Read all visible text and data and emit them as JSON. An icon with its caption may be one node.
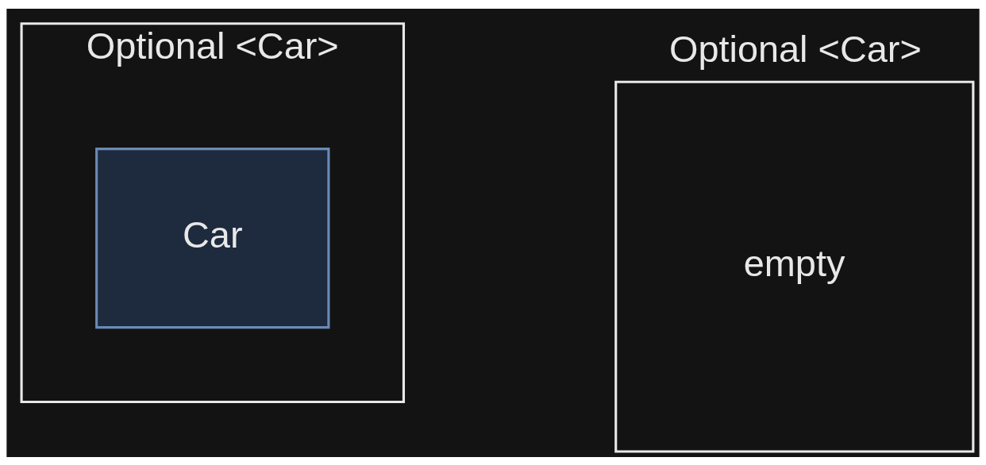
{
  "diagram": {
    "nodes": [
      {
        "text": [
          "Optional <Car>"
        ]
      },
      {
        "text": [
          "Car"
        ],
        "in": 0
      },
      {
        "text": [
          "Optional <Car>",
          "empty"
        ]
      }
    ],
    "edges": []
  }
}
